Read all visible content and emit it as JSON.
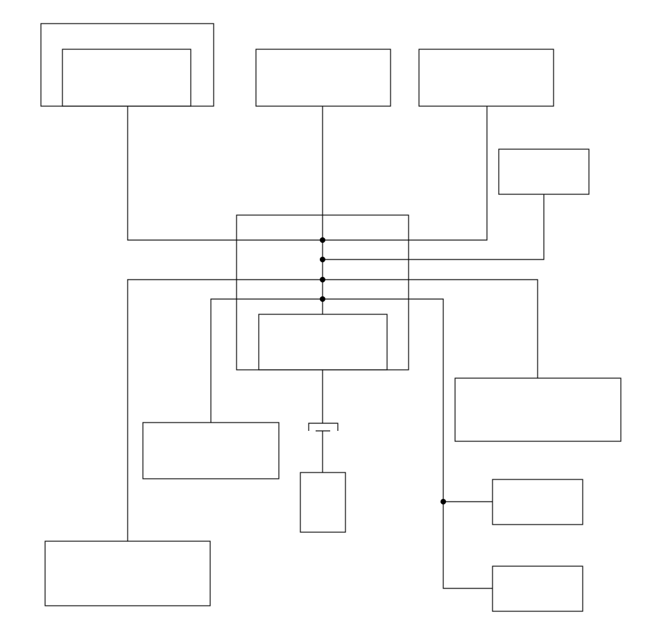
{
  "diagram": {
    "line_color": "#000000",
    "background": "#ffffff",
    "boxes": [
      {
        "id": "box-top-left-outer",
        "label": ""
      },
      {
        "id": "box-top-left-inner",
        "label": ""
      },
      {
        "id": "box-top-center",
        "label": ""
      },
      {
        "id": "box-top-right",
        "label": ""
      },
      {
        "id": "box-right-small",
        "label": ""
      },
      {
        "id": "box-central-outer",
        "label": ""
      },
      {
        "id": "box-central-inner",
        "label": ""
      },
      {
        "id": "box-right-mid",
        "label": ""
      },
      {
        "id": "box-left-mid",
        "label": ""
      },
      {
        "id": "box-bottom-small",
        "label": ""
      },
      {
        "id": "box-right-lower",
        "label": ""
      },
      {
        "id": "box-right-bottom",
        "label": ""
      },
      {
        "id": "box-bottom-left",
        "label": ""
      }
    ]
  }
}
